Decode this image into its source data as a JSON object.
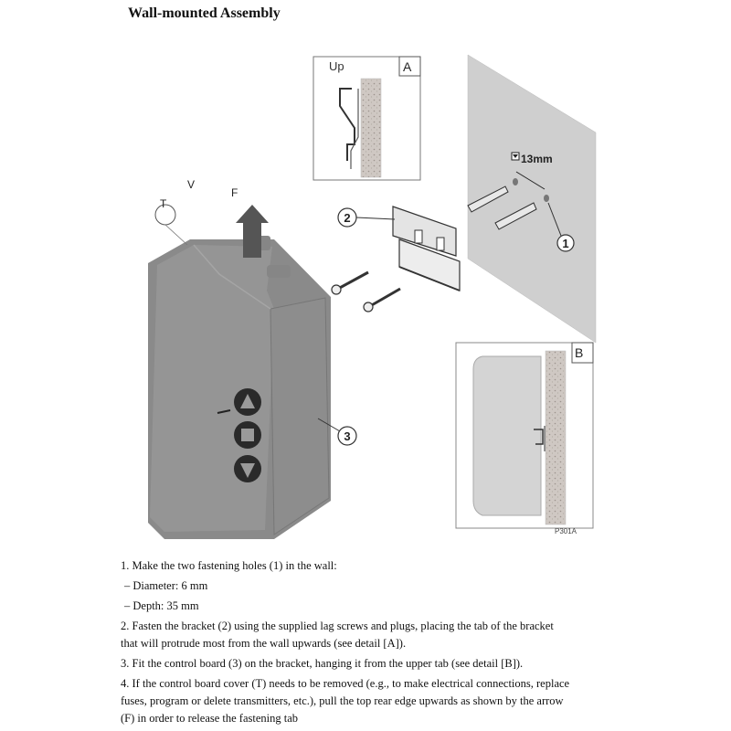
{
  "title": "Wall-mounted Assembly",
  "detail_a": {
    "letter": "A",
    "up_label": "Up"
  },
  "detail_b": {
    "letter": "B",
    "code": "P301A"
  },
  "dimension_label": "13mm",
  "callouts": {
    "holes": "1",
    "bracket": "2",
    "control_board": "3"
  },
  "letters": {
    "t": "T",
    "v": "V",
    "f": "F"
  },
  "instructions": {
    "step1": "1.  Make the two fastening holes (1) in the wall:",
    "step1_diameter": "–  Diameter: 6 mm",
    "step1_depth": "–  Depth: 35 mm",
    "step2_line1": "2.  Fasten the bracket (2) using the supplied lag screws and plugs, placing the tab of the bracket",
    "step2_line2": "that will protrude most from the wall upwards (see detail [A]).",
    "step3": "3.  Fit the control board (3) on the bracket, hanging it from the upper tab (see detail [B]).",
    "step4_line1": "4.  If the control board cover (T) needs to be removed (e.g., to make electrical connections, replace",
    "step4_line2": "fuses, program or delete transmitters, etc.), pull the top rear edge upwards as shown by the arrow",
    "step4_line3": "(F) in order to release the fastening tab"
  }
}
